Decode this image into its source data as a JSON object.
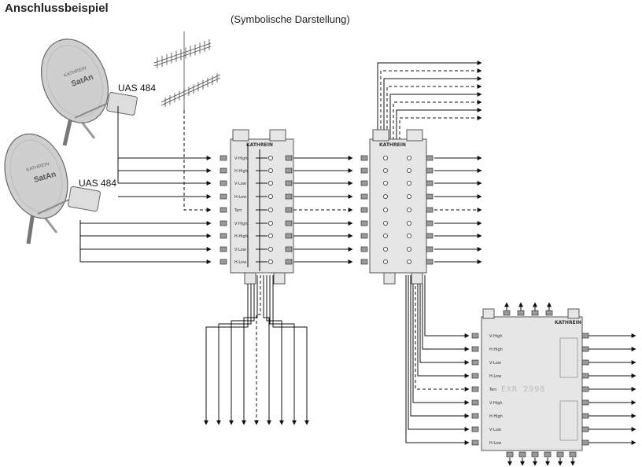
{
  "header": {
    "title": "Anschlussbeispiel",
    "subtitle": "(Symbolische Darstellung)"
  },
  "lnbs": [
    {
      "label": "UAS 484",
      "dish_brand": "SatAn",
      "dish_maker": "KATHREIN"
    },
    {
      "label": "UAS 484",
      "dish_brand": "SatAn",
      "dish_maker": "KATHREIN"
    }
  ],
  "switches": {
    "brand": "KATHREIN",
    "extension_model": "EXR 2998",
    "port_labels": [
      "V·High",
      "H·High",
      "V·Low",
      "H·Low",
      "Terr.",
      "V·High",
      "H·High",
      "V·Low",
      "H·Low"
    ]
  },
  "colors": {
    "line": "#111111",
    "switch_fill": "#e6e6e6",
    "switch_stroke": "#555555",
    "dish_fill": "#cfcfcf"
  }
}
